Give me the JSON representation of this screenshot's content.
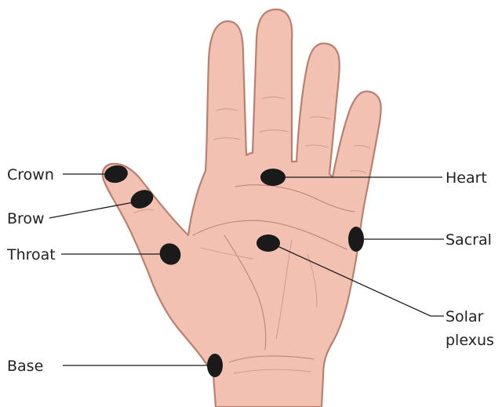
{
  "diagram": {
    "colors": {
      "skin": "#f3c1b1",
      "skin_outline": "#b98070",
      "marker": "#1a1a1a"
    },
    "points": [
      {
        "id": "crown",
        "label": "Crown"
      },
      {
        "id": "brow",
        "label": "Brow"
      },
      {
        "id": "throat",
        "label": "Throat"
      },
      {
        "id": "base",
        "label": "Base"
      },
      {
        "id": "heart",
        "label": "Heart"
      },
      {
        "id": "sacral",
        "label": "Sacral"
      },
      {
        "id": "solar-plexus",
        "label_line1": "Solar",
        "label_line2": "plexus"
      }
    ]
  }
}
